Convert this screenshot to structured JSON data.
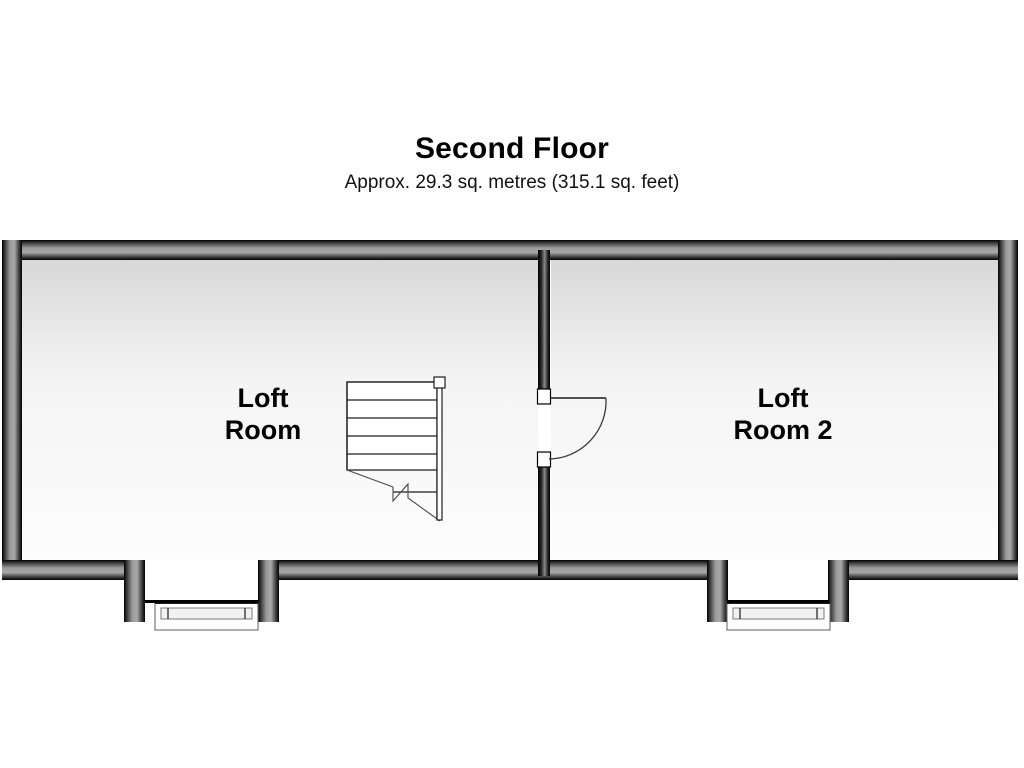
{
  "document": {
    "type": "floor-plan",
    "title": "Second Floor",
    "subtitle": "Approx. 29.3 sq. metres (315.1 sq. feet)",
    "area_metric": "29.3 sq. metres",
    "area_imperial": "315.1 sq. feet",
    "background_color": "#ffffff",
    "line_color": "#000000"
  },
  "rooms": [
    {
      "id": "loft-room",
      "label": "Loft\nRoom",
      "label_line_1": "Loft",
      "label_line_2": "Room"
    },
    {
      "id": "loft-room-2",
      "label": "Loft\nRoom 2",
      "label_line_1": "Loft",
      "label_line_2": "Room 2"
    }
  ],
  "features": [
    {
      "id": "staircase",
      "name": "staircase",
      "room": "loft-room",
      "steps": 6,
      "has_handrail": true,
      "has_break_line": true
    },
    {
      "id": "interior-door",
      "name": "interior-door",
      "between": [
        "loft-room",
        "loft-room-2"
      ],
      "swing": "into-loft-room-2"
    },
    {
      "id": "window-left",
      "name": "dormer-window",
      "room": "loft-room",
      "wall": "bottom"
    },
    {
      "id": "window-right",
      "name": "dormer-window",
      "room": "loft-room-2",
      "wall": "bottom"
    },
    {
      "id": "partition-wall",
      "name": "partition-wall"
    }
  ],
  "palette": {
    "wall_dark": "#0a0a0a",
    "wall_mid": "#8d8d8d",
    "wall_light": "#d9d9d9",
    "room_fill": "#ffffff",
    "line": "#000000"
  }
}
